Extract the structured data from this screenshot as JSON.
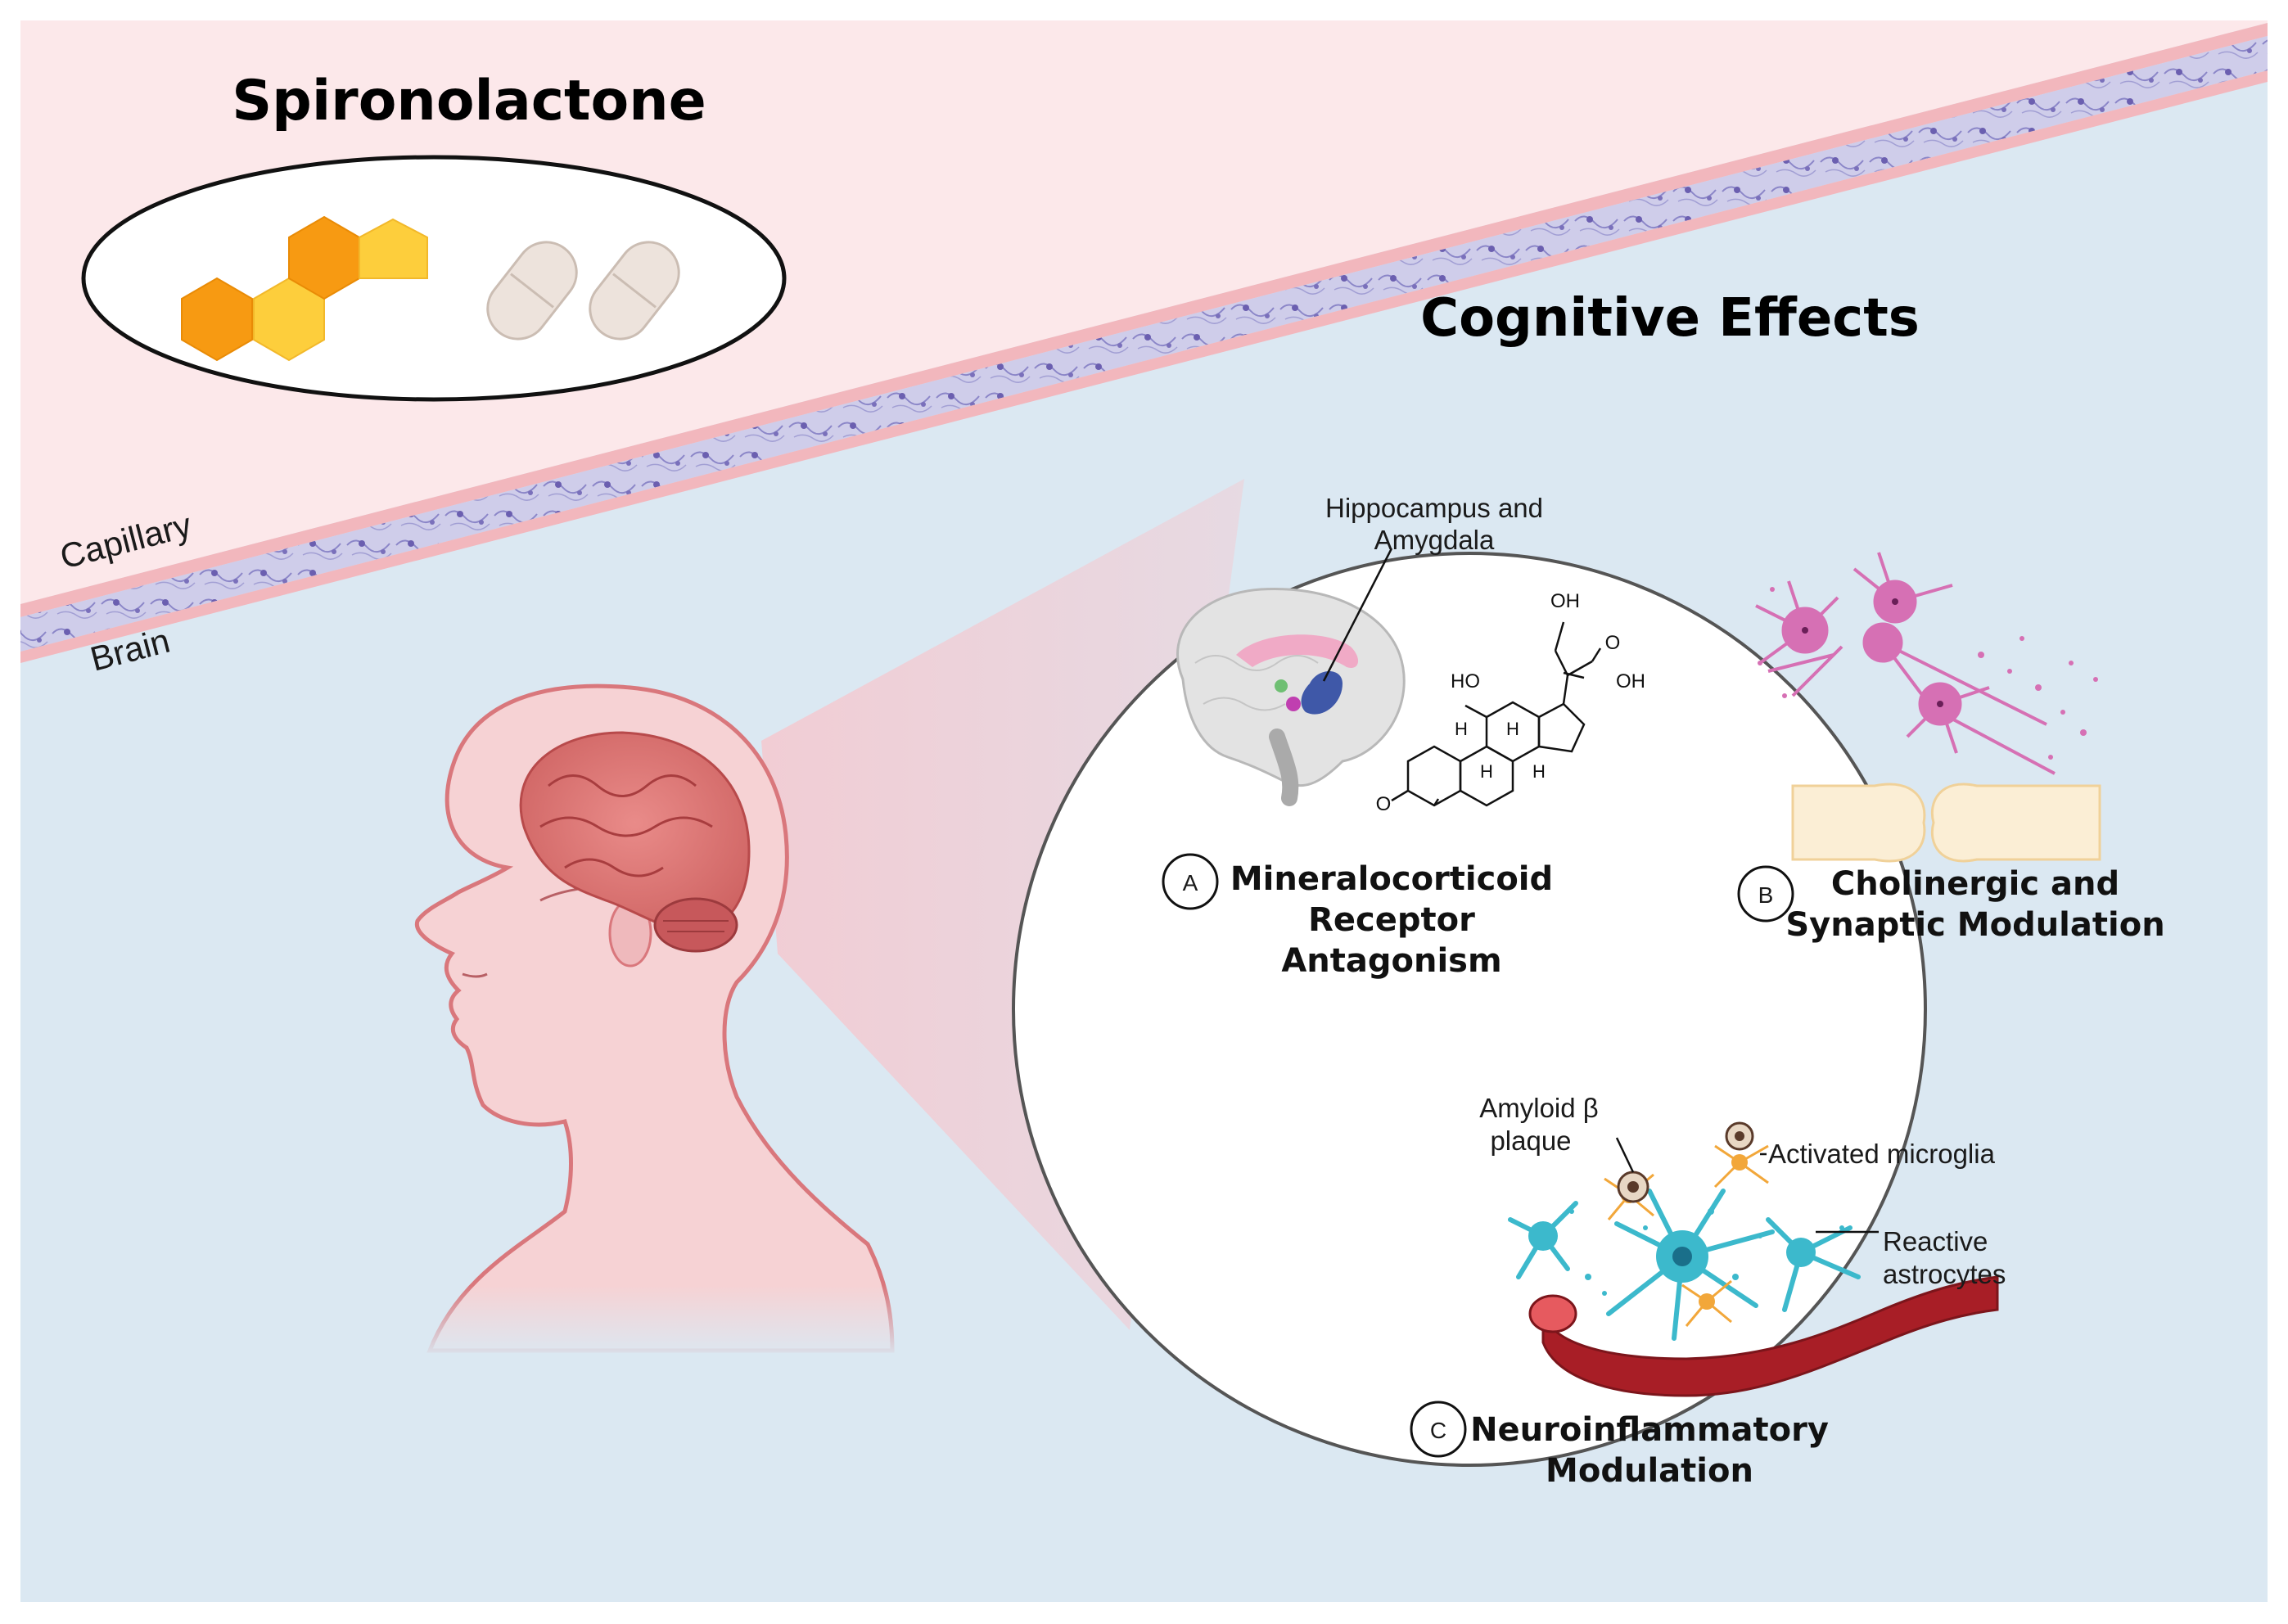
{
  "title": "Spironolactone",
  "capillary_label": "Capillary",
  "brain_label": "Brain",
  "effects_title": "Cognitive Effects",
  "hippocampus_label": [
    "Hippocampus and",
    "Amygdala"
  ],
  "chem_labels": {
    "oh_top": "OH",
    "o_keto": "O",
    "oh_right": "OH",
    "ho_left": "HO",
    "o_bottom": "O",
    "h1": "H",
    "h2": "H",
    "h3": "H",
    "h4": "H"
  },
  "panels": {
    "a": {
      "letter": "A",
      "title": [
        "Mineralocorticoid",
        "Receptor",
        "Antagonism"
      ]
    },
    "b": {
      "letter": "B",
      "title": [
        "Cholinergic and",
        "Synaptic Modulation"
      ]
    },
    "c": {
      "letter": "C",
      "title": [
        "Neuroinflammatory",
        "Modulation"
      ]
    }
  },
  "amyloid_label": [
    "Amyloid β",
    "plaque"
  ],
  "microglia_label": "Activated microglia",
  "astrocytes_label": [
    "Reactive",
    "astrocytes"
  ],
  "colors": {
    "pink_bg": "#fce8ea",
    "blue_bg": "#dbe8f2",
    "capillary": "#f0a6ad",
    "brain_layer": "#c8c6e8",
    "hex_orange": "#f79a12",
    "hex_yellow": "#fdce3c",
    "neuron": "#d670b4",
    "astrocyte": "#3cb9cc",
    "vessel": "#a81e26"
  }
}
